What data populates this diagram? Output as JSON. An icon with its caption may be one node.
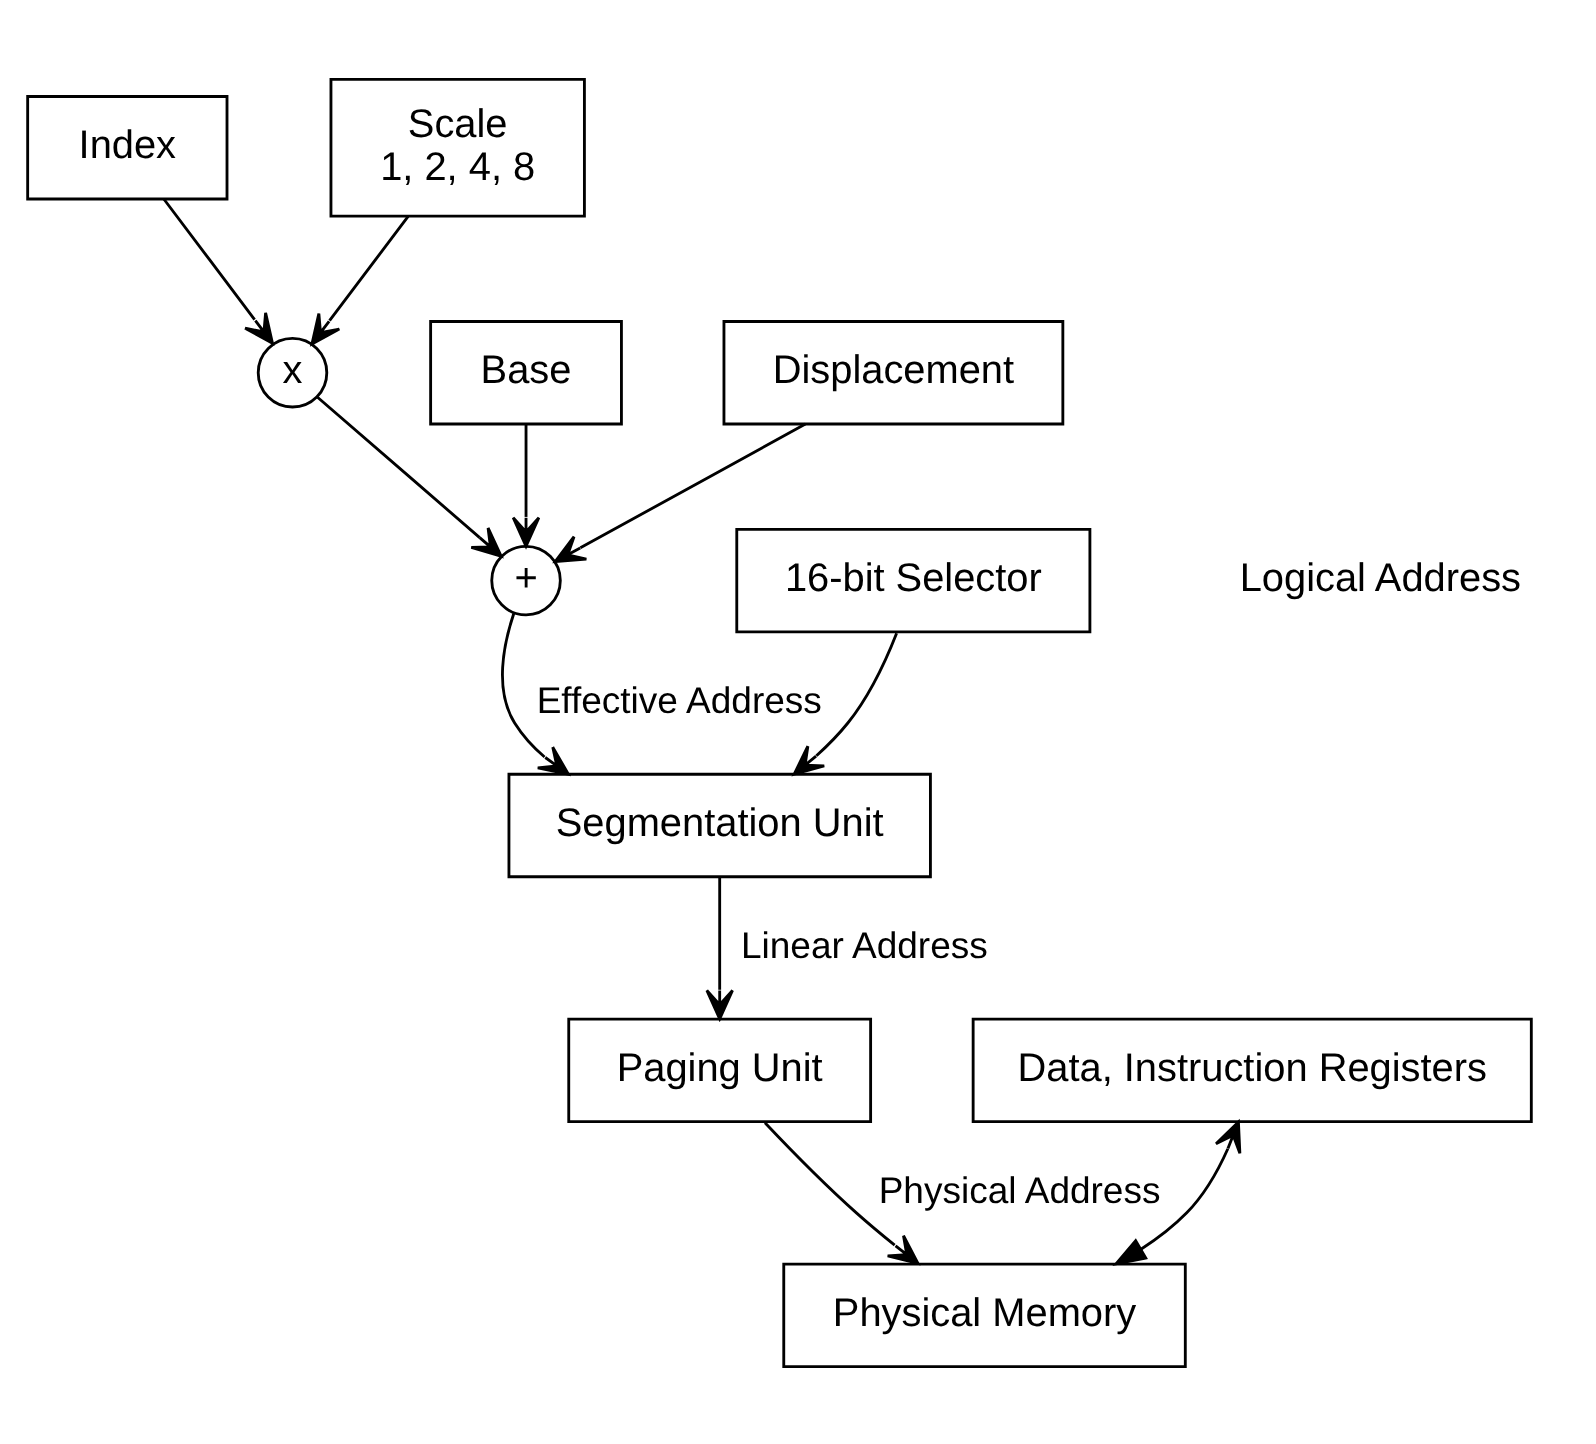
{
  "diagram": {
    "nodes": [
      {
        "text": [
          "Index"
        ]
      },
      {
        "text": [
          "Scale",
          "1, 2, 4, 8"
        ]
      },
      {
        "text": [
          "Base"
        ]
      },
      {
        "text": [
          "x"
        ]
      },
      {
        "text": [
          "Displacement"
        ]
      },
      {
        "text": [
          "+"
        ]
      },
      {
        "text": [
          "16-bit Selector"
        ]
      },
      {
        "text": [
          "Segmentation Unit"
        ]
      },
      {
        "text": [
          "Paging Unit"
        ]
      },
      {
        "text": [
          "Data, Instruction Registers"
        ]
      },
      {
        "text": [
          "Physical Memory"
        ]
      }
    ],
    "edges": [
      {
        "from": 0,
        "to": 3,
        "arrow": "to"
      },
      {
        "from": 1,
        "to": 3,
        "arrow": "to"
      },
      {
        "from": 3,
        "to": 5,
        "arrow": "to"
      },
      {
        "from": 2,
        "to": 5,
        "arrow": "to"
      },
      {
        "from": 4,
        "to": 5,
        "arrow": "to"
      },
      {
        "from": 5,
        "to": 7,
        "label": "Effective Address",
        "arrow": "to"
      },
      {
        "from": 6,
        "to": 7,
        "arrow": "to"
      },
      {
        "from": 7,
        "to": 8,
        "label": "Linear Address",
        "arrow": "to"
      },
      {
        "from": 8,
        "to": 10,
        "label": "Physical Address",
        "arrow": "to"
      },
      {
        "from": 10,
        "to": 9,
        "arrow": "both"
      }
    ],
    "labels": [
      "Logical Address"
    ]
  }
}
